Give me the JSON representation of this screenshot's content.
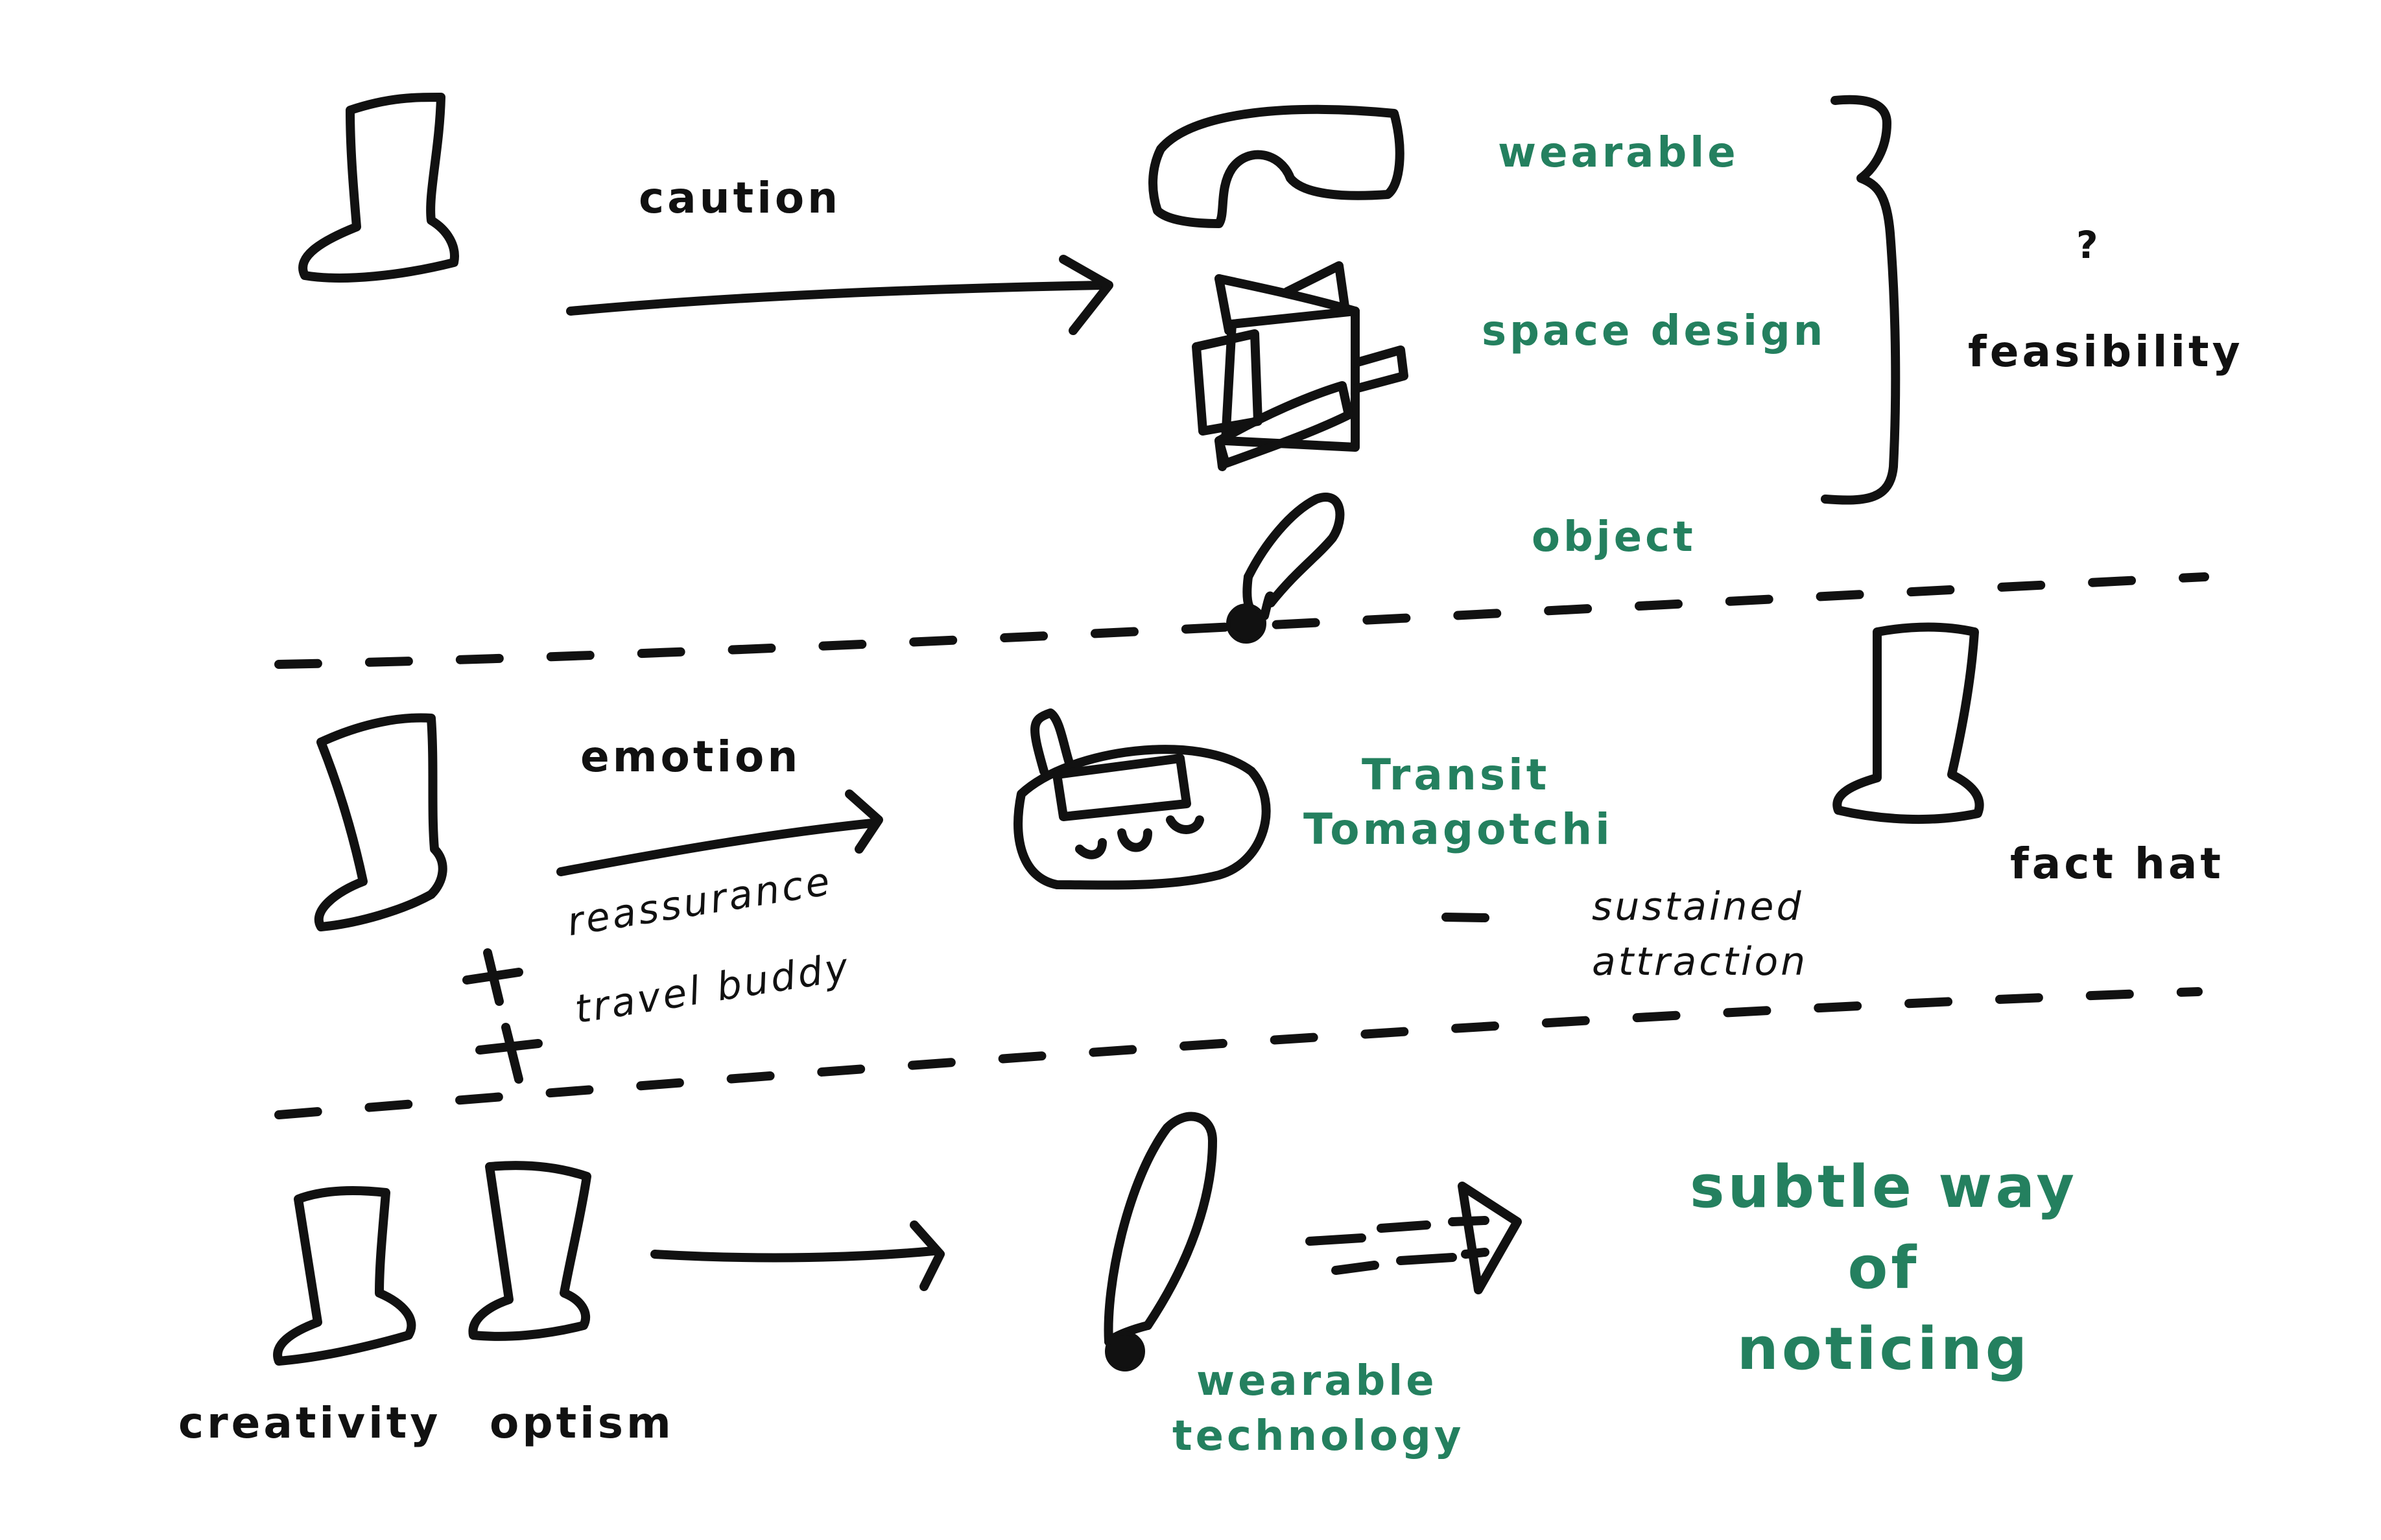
{
  "colors": {
    "ink": "#111111",
    "teal_text": "#24805f",
    "mint_fill": "#2be0b4",
    "red_hat": "#cc0000",
    "green_hat": "#33cc00",
    "yellow_hat": "#ffee00",
    "white_hat": "#ffffff",
    "black_hat": "#111111"
  },
  "row1": {
    "hat": "black-hat-icon",
    "arrow_label": "caution",
    "items": [
      {
        "icon": "wearable-icon",
        "label": "wearable"
      },
      {
        "icon": "space-design-icon",
        "label": "space design"
      },
      {
        "icon": "object-icon",
        "label": "object"
      }
    ],
    "question": "?",
    "result": "feasibility"
  },
  "row2": {
    "hat": "red-hat-icon",
    "arrow_label": "emotion",
    "benefits": [
      "reassurance",
      "travel buddy"
    ],
    "device_icon": "tamagotchi-icon",
    "device_label": [
      "Transit",
      "Tomagotchi"
    ],
    "note": [
      "sustained",
      "attraction"
    ],
    "fact_hat_icon": "white-hat-icon",
    "fact_hat_label": "fact hat"
  },
  "row3": {
    "hats": [
      {
        "icon": "green-hat-icon",
        "label": "creativity"
      },
      {
        "icon": "yellow-hat-icon",
        "label": "optism"
      }
    ],
    "device_icon": "lanyard-icon",
    "device_label": [
      "wearable",
      "technology"
    ],
    "conclusion": [
      "subtle way",
      "of",
      "noticing"
    ]
  }
}
